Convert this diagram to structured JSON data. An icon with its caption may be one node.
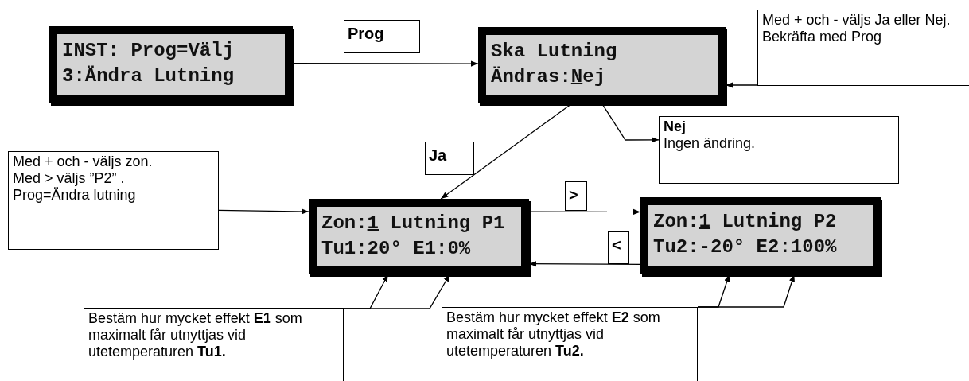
{
  "diagram": {
    "nodes": [
      {
        "text": [
          "INST: Prog=Välj",
          "3:Ändra Lutning"
        ]
      },
      {
        "text": [
          "Ska Lutning",
          "Ändras:Nej"
        ]
      },
      {
        "text": [
          "Med + och - väljs Ja eller Nej. Bekräfta med Prog"
        ]
      },
      {
        "text": [
          "Nej",
          "Ingen ändring."
        ]
      },
      {
        "text": [
          "Med + och - väljs zon.",
          "Med > väljs ”P2” .",
          "Prog=Ändra lutning"
        ]
      },
      {
        "text": [
          "Zon:1 Lutning P1",
          "Tu1:20° E1:0%"
        ]
      },
      {
        "text": [
          "Zon:1 Lutning P2",
          "Tu2:-20° E2:100%"
        ]
      },
      {
        "text": [
          "Bestäm hur mycket effekt **E1** som maximalt får utnyttjas vid utetemperaturen **Tu1.**"
        ]
      },
      {
        "text": [
          "Bestäm hur mycket effekt **E2** som maximalt får utnyttjas vid utetemperaturen **Tu2.**"
        ]
      }
    ],
    "edges": [
      {
        "from": 0,
        "to": 1,
        "arrow": "to",
        "label": "Prog"
      },
      {
        "from": 1,
        "to": 5,
        "arrow": "to",
        "label": "Ja"
      },
      {
        "from": 1,
        "to": 3,
        "arrow": "to"
      },
      {
        "from": 2,
        "to": 1,
        "arrow": "to"
      },
      {
        "from": 4,
        "to": 5,
        "arrow": "to"
      },
      {
        "from": 5,
        "to": 6,
        "arrow": "to",
        "label": ">"
      },
      {
        "from": 6,
        "to": 5,
        "arrow": "to",
        "label": "<"
      },
      {
        "from": 7,
        "to": 5,
        "arrow": "to"
      },
      {
        "from": 7,
        "to": 5,
        "arrow": "to"
      },
      {
        "from": 8,
        "to": 6,
        "arrow": "to"
      },
      {
        "from": 8,
        "to": 6,
        "arrow": "to"
      }
    ]
  }
}
